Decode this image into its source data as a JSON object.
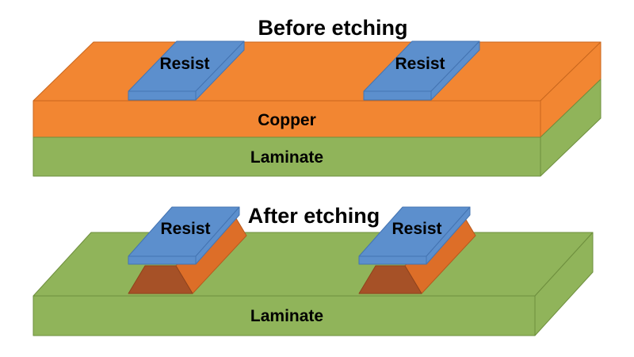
{
  "diagram": {
    "before": {
      "title": "Before etching",
      "layers": {
        "copper": "Copper",
        "laminate": "Laminate"
      },
      "resist_labels": [
        "Resist",
        "Resist"
      ]
    },
    "after": {
      "title": "After etching",
      "layers": {
        "laminate": "Laminate"
      },
      "resist_labels": [
        "Resist",
        "Resist"
      ]
    }
  },
  "colors": {
    "background": "#FFFFFF",
    "copper": "#F28632",
    "copper_etched_front": "#A65127",
    "copper_etched_side": "#DD6E28",
    "laminate": "#90B45A",
    "resist": "#5C8FCD",
    "text": "#000000"
  }
}
